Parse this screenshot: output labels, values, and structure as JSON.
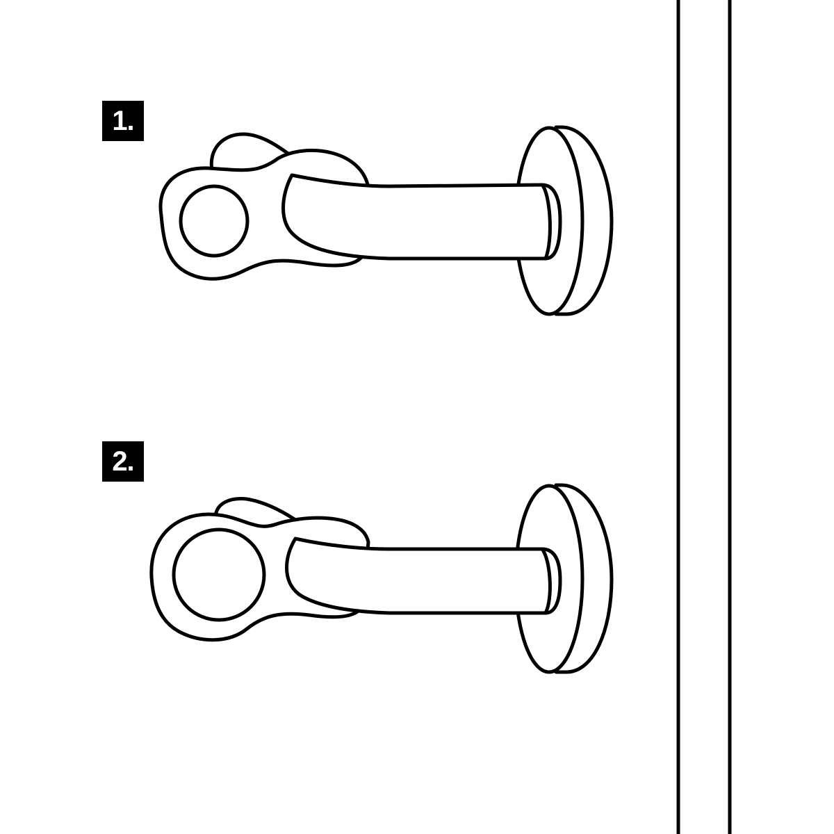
{
  "steps": [
    {
      "label": "1.",
      "state": "ring-hole-oval"
    },
    {
      "label": "2.",
      "state": "ring-hole-round"
    }
  ],
  "colors": {
    "ink": "#000000",
    "background": "#ffffff"
  }
}
